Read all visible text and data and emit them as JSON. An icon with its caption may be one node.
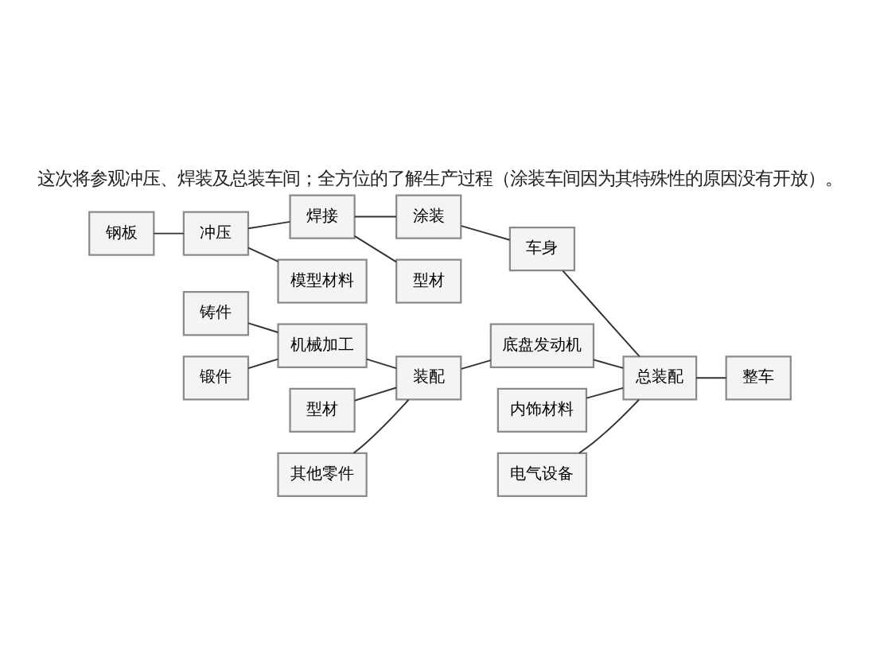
{
  "diagram": {
    "title": "这次将参观冲压、焊装及总装车间；全方位的了解生产过程（涂装车间因为其特殊性的原因没有开放）。",
    "nodes": [
      {
        "text": [
          "钢板"
        ]
      },
      {
        "text": [
          "冲压"
        ]
      },
      {
        "text": [
          "焊接"
        ]
      },
      {
        "text": [
          "涂装"
        ]
      },
      {
        "text": [
          "车身"
        ]
      },
      {
        "text": [
          "模型材料"
        ]
      },
      {
        "text": [
          "型材"
        ]
      },
      {
        "text": [
          "铸件"
        ]
      },
      {
        "text": [
          "机械加工"
        ]
      },
      {
        "text": [
          "装配"
        ]
      },
      {
        "text": [
          "底盘发动机"
        ]
      },
      {
        "text": [
          "总装配"
        ]
      },
      {
        "text": [
          "锻件"
        ]
      },
      {
        "text": [
          "型材"
        ]
      },
      {
        "text": [
          "其他零件"
        ]
      },
      {
        "text": [
          "内饰材料"
        ]
      },
      {
        "text": [
          "整车"
        ]
      },
      {
        "text": [
          "电气设备"
        ]
      }
    ],
    "edges": [
      {
        "from": 0,
        "to": 1,
        "arrow": "none"
      },
      {
        "from": 1,
        "to": 2,
        "arrow": "none"
      },
      {
        "from": 2,
        "to": 3,
        "arrow": "none"
      },
      {
        "from": 3,
        "to": 4,
        "arrow": "none"
      },
      {
        "from": 1,
        "to": 5,
        "arrow": "none"
      },
      {
        "from": 2,
        "to": 6,
        "arrow": "none"
      },
      {
        "from": 7,
        "to": 8,
        "arrow": "none"
      },
      {
        "from": 12,
        "to": 8,
        "arrow": "none"
      },
      {
        "from": 8,
        "to": 9,
        "arrow": "none"
      },
      {
        "from": 13,
        "to": 9,
        "arrow": "none"
      },
      {
        "from": 14,
        "to": 9,
        "arrow": "none"
      },
      {
        "from": 9,
        "to": 10,
        "arrow": "none"
      },
      {
        "from": 4,
        "to": 11,
        "arrow": "none"
      },
      {
        "from": 10,
        "to": 11,
        "arrow": "none"
      },
      {
        "from": 15,
        "to": 11,
        "arrow": "none"
      },
      {
        "from": 17,
        "to": 11,
        "arrow": "none"
      },
      {
        "from": 11,
        "to": 16,
        "arrow": "none"
      }
    ]
  }
}
